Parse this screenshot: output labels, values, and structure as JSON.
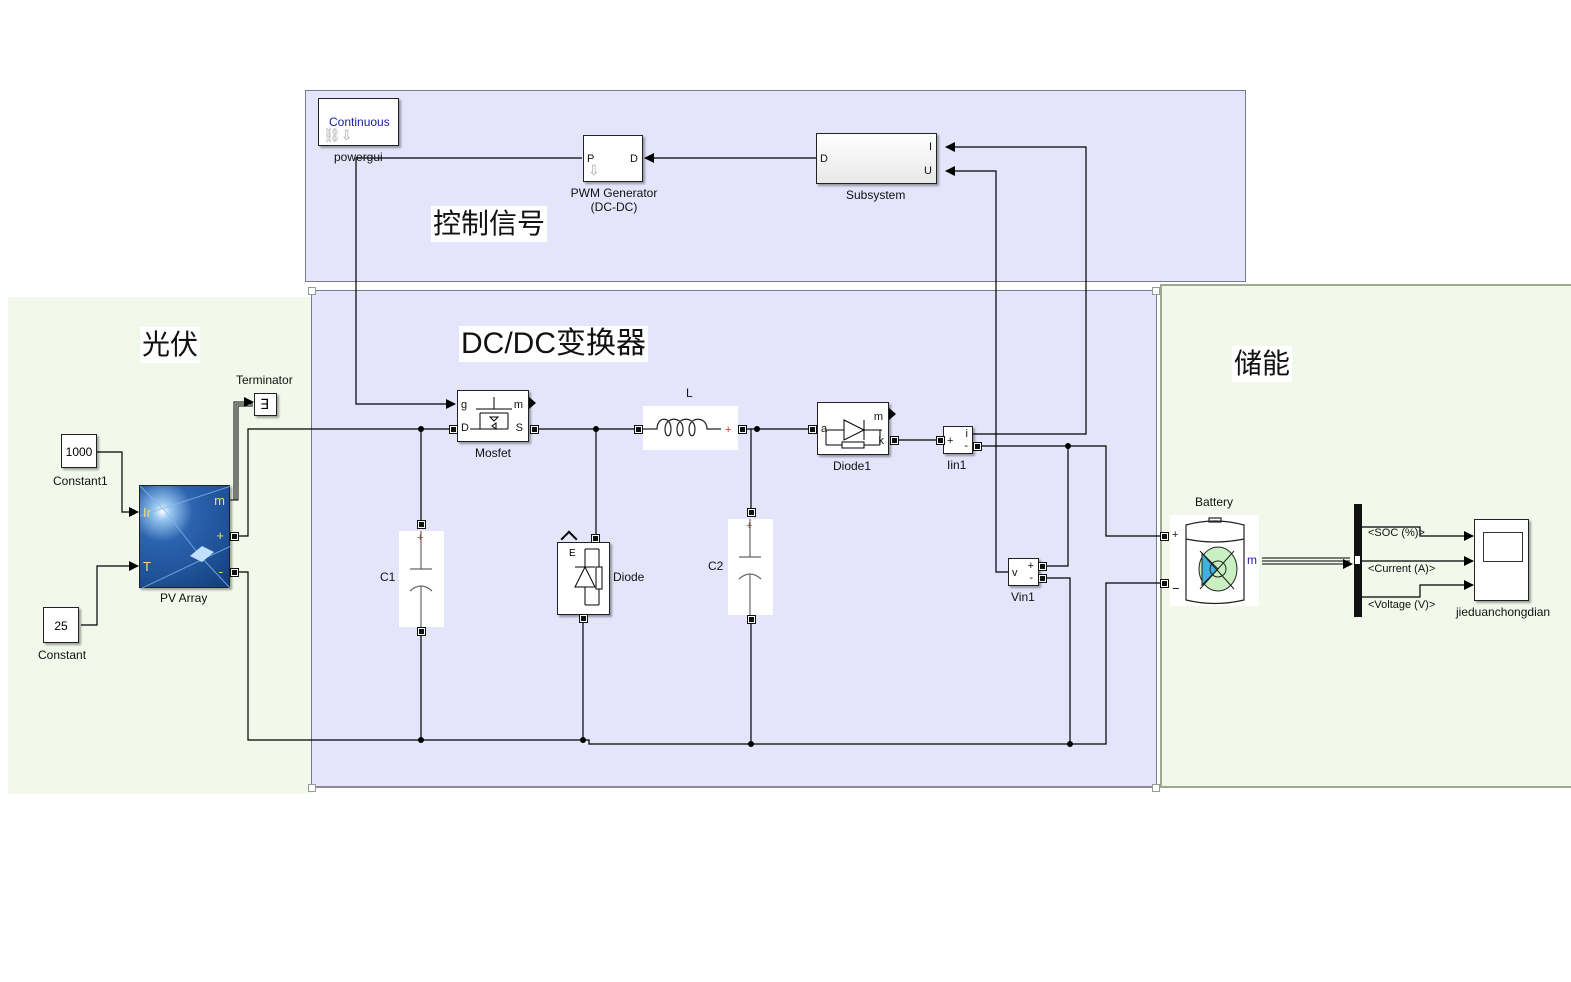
{
  "areas": {
    "control": {
      "title": "控制信号"
    },
    "dcdc": {
      "title": "DC/DC变换器"
    },
    "pv": {
      "title": "光伏"
    },
    "storage": {
      "title": "储能"
    }
  },
  "blocks": {
    "powergui": {
      "label": "powergui",
      "text": "Continuous"
    },
    "pwm": {
      "label_line1": "PWM Generator",
      "label_line2": "(DC-DC)",
      "port_in": "P",
      "port_out": "D"
    },
    "subsystem": {
      "label": "Subsystem",
      "port_d": "D",
      "port_i": "I",
      "port_u": "U"
    },
    "constant1": {
      "label": "Constant1",
      "value": "1000"
    },
    "constant": {
      "label": "Constant",
      "value": "25"
    },
    "pv_array": {
      "label": "PV Array",
      "ports": {
        "ir": "Ir",
        "t": "T",
        "m": "m",
        "plus": "+",
        "minus": "-"
      }
    },
    "terminator": {
      "label": "Terminator"
    },
    "mosfet": {
      "label": "Mosfet",
      "ports": {
        "g": "g",
        "m": "m",
        "d": "D",
        "s": "S"
      }
    },
    "inductor": {
      "label": "L"
    },
    "diode1": {
      "label": "Diode1",
      "ports": {
        "a": "a",
        "m": "m",
        "k": "k"
      }
    },
    "iin1": {
      "label": "Iin1",
      "ports": {
        "plus": "+",
        "i": "i",
        "minus": "-"
      }
    },
    "vin1": {
      "label": "Vin1",
      "ports": {
        "v": "v",
        "plus": "+",
        "minus": "-"
      }
    },
    "c1": {
      "label": "C1"
    },
    "c2": {
      "label": "C2"
    },
    "diode": {
      "label": "Diode"
    },
    "battery": {
      "label": "Battery",
      "ports": {
        "plus": "+",
        "minus": "−",
        "m": "m"
      }
    },
    "bus_selector": {
      "outputs": [
        "<SOC (%)>",
        "<Current (A)>",
        "<Voltage (V)>"
      ]
    },
    "scope": {
      "label": "jieduanchongdian"
    }
  },
  "colors": {
    "subsystem_area": "#e4e4fa",
    "physical_area": "#f2f8ea",
    "pv_blue": "#1d4f94",
    "port_yellow": "#e8e070",
    "capacitor_plus": "#d03030"
  }
}
